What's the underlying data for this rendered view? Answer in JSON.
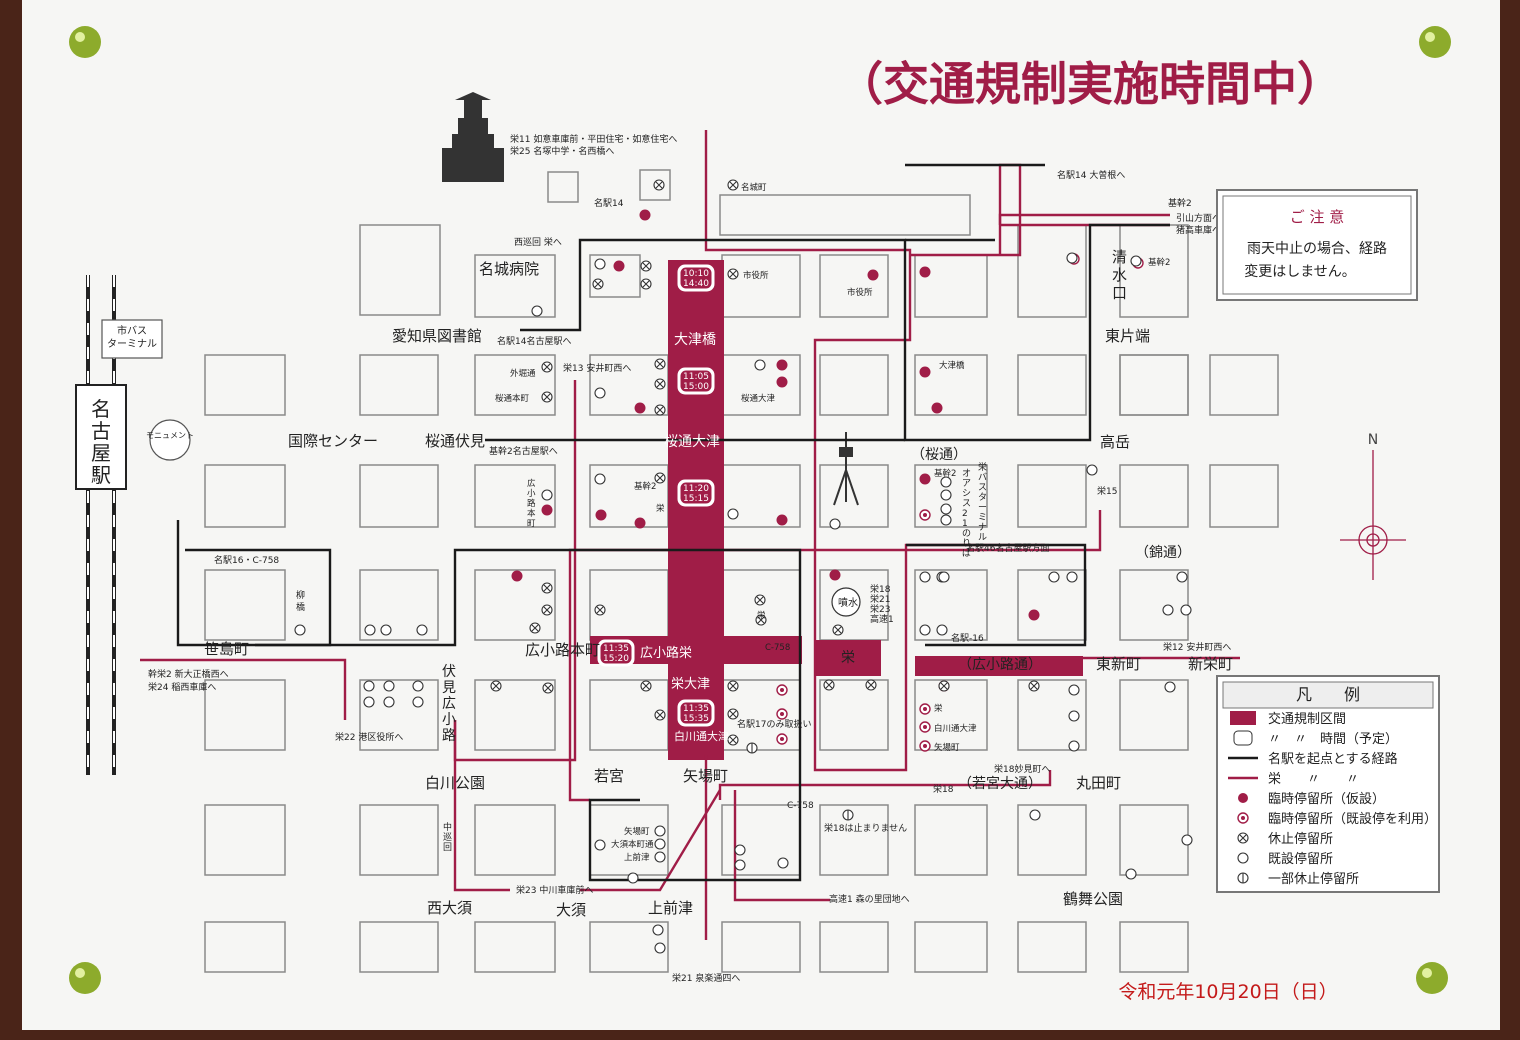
{
  "title": "（交通規制実施時間中）",
  "date": "令和元年10月20日（日）",
  "colors": {
    "restriction": "#a01d47",
    "route_meieki": "#1a1a1a",
    "route_sakae": "#a01d47",
    "paper": "#f8f8f8",
    "block": "#8a8a8a"
  },
  "notice": {
    "title": "ご 注 意",
    "line1": "雨天中止の場合、経路",
    "line2": "変更はしません。"
  },
  "legend": {
    "title": "凡　　例",
    "items": [
      {
        "icon": "restriction-area-swatch",
        "label": "交通規制区間"
      },
      {
        "icon": "time-box-icon",
        "label": "〃　〃　時間（予定）"
      },
      {
        "icon": "black-line-icon",
        "label": "名駅を起点とする経路"
      },
      {
        "icon": "red-line-icon",
        "label": "栄　　〃　　〃"
      },
      {
        "icon": "filled-dot-icon",
        "label": "臨時停留所（仮設）"
      },
      {
        "icon": "ringed-dot-icon",
        "label": "臨時停留所（既設停を利用）"
      },
      {
        "icon": "crossed-circle-icon",
        "label": "休止停留所"
      },
      {
        "icon": "open-circle-icon",
        "label": "既設停留所"
      },
      {
        "icon": "partial-circle-icon",
        "label": "一部休止停留所"
      }
    ]
  },
  "times": [
    {
      "start": "10:10",
      "end": "14:40"
    },
    {
      "start": "11:05",
      "end": "15:00"
    },
    {
      "start": "11:20",
      "end": "15:15"
    },
    {
      "start": "11:35",
      "end": "15:20"
    },
    {
      "start": "11:35",
      "end": "15:35"
    }
  ],
  "compass": "N",
  "station": {
    "name": "名古屋駅",
    "bus_terminal": "市バス\nターミナル",
    "monument": "モニュメント"
  },
  "place_labels": {
    "meijo_hospital": "名城病院",
    "prefectural_library": "愛知県図書館",
    "kokusai_center": "国際センター",
    "sakuradori_fushimi": "桜通伏見",
    "sakuradori_otsu": "桜通大津",
    "otsubashi": "大津橋",
    "shimizuguchi": "清水口",
    "higashikataha": "東片端",
    "takaoka": "高岳",
    "sakuradori": "（桜通）",
    "nishikidori": "（錦通）",
    "sasashimacho": "笹島町",
    "hirokoji_honmachi": "広小路本町",
    "fushimi_hirokoji": "伏見広小路",
    "hirokoji_sakae": "広小路栄",
    "sakae": "栄",
    "sakae_otsu": "栄大津",
    "shirakawadori_otsu": "白川通大津",
    "hirokoji_dori": "（広小路通）",
    "higashi_shinmachi": "東新町",
    "shin_sakaemachi": "新栄町",
    "shirakawa_park": "白川公園",
    "wakamiya": "若宮",
    "yabacho": "矢場町",
    "wakamiya_odori": "（若宮大通）",
    "marutamachi": "丸田町",
    "nishi_osu": "西大須",
    "osu": "大須",
    "kamimaezu": "上前津",
    "tsurumai_park": "鶴舞公園",
    "fountain": "噴水",
    "yanagibashi": "柳橋"
  },
  "route_notes": {
    "sakae11": "栄11 如意車庫前・平田住宅・如意住宅へ",
    "sakae25": "栄25 名塚中学・名西橋へ",
    "meieki14_top": "名駅14",
    "nishijunkai": "西巡回 栄へ",
    "meieki14_meieki": "名駅14名古屋駅へ",
    "sakae13": "栄13 安井町西へ",
    "kikan2_meieki": "基幹2名古屋駅へ",
    "meieki14_ozone": "名駅14 大曽根へ",
    "kikan2_a": "基幹2",
    "hikiyama": "引山方面へ",
    "inotaka": "猪高車庫へ",
    "meieki16_c758": "名駅16・C-758",
    "meieki46": "名駅46名古屋駅方面",
    "meieki16": "名駅-16",
    "sakae15": "栄15",
    "sakae12": "栄12 安井町西へ",
    "kan2": "幹栄2 新大正橋西へ",
    "sakae24": "栄24 稲西車庫へ",
    "sakae22": "栄22 港区役所へ",
    "sakae18_mezuki": "栄18妙見町へ",
    "sakae18": "栄18",
    "c758": "C-758",
    "sakae18_note": "栄18は止まりません",
    "kosoku1": "高速1 森の里団地へ",
    "sakae23": "栄23 中川車庫前へ",
    "sakae21": "栄21 泉楽通四へ",
    "chuojunkai": "中巡回",
    "sakae_stops": "栄18\n栄21\n栄23\n高速1",
    "meieki17": "名駅17のみ取扱い",
    "sakae_bus_terminal": "栄バスターミナル",
    "oasis21": "オアシス21のりば"
  },
  "stop_labels": {
    "meijo": "名城町",
    "shiyakusho1": "市役所",
    "shiyakusho2": "市役所",
    "sotobori": "外堀通",
    "sakuradori_honmachi": "桜通本町",
    "sakuradori_otsu_stop": "桜通大津",
    "otsubashi_stop": "大津橋",
    "kikan2_stop": "基幹2",
    "kikan2_b": "基幹2",
    "hirokoji_honmachi_v": "広小路本町",
    "sakae_small": "栄",
    "sakae_stop": "栄",
    "sakae_stop2": "栄",
    "shirakawa_otsu_stop": "白川通大津",
    "yabacho_stop": "矢場町",
    "yabacho2": "矢場町",
    "osu_honmachi": "大須本町通",
    "kamimaezu_stop": "上前津",
    "c758_b": "C-758",
    "kikan2_c": "基幹2"
  }
}
